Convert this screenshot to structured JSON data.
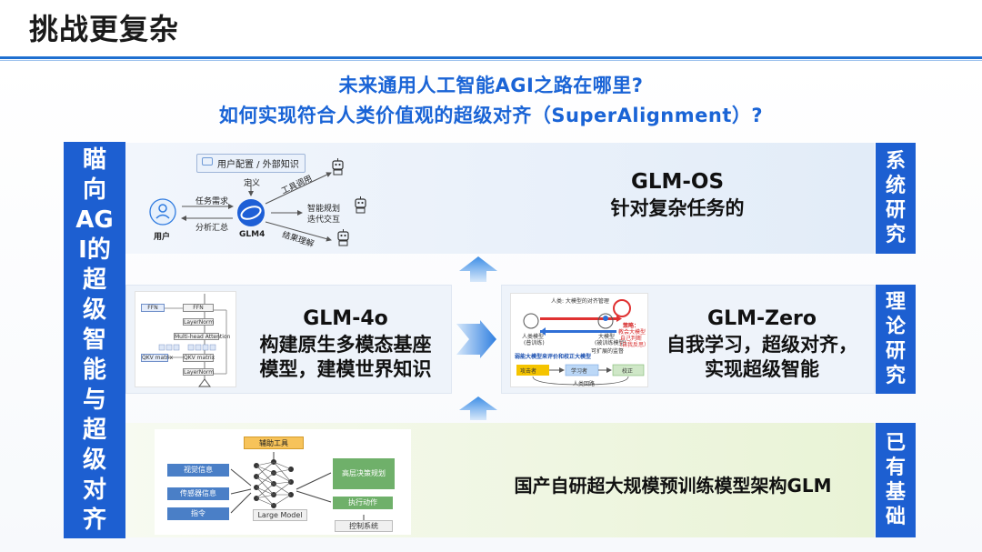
{
  "page": {
    "title": "挑战更复杂",
    "headline_1": "未来通用人工智能AGI之路在哪里?",
    "headline_2": "如何实现符合人类价值观的超级对齐（SuperAlignment）?"
  },
  "left_bar": {
    "chars": [
      "瞄",
      "向",
      "AG",
      "I的",
      "超",
      "级",
      "智",
      "能",
      "与",
      "超",
      "级",
      "对",
      "齐"
    ]
  },
  "right_bars": {
    "system": [
      "系",
      "统",
      "研",
      "究"
    ],
    "theory": [
      "理",
      "论",
      "研",
      "究"
    ],
    "existing": [
      "已",
      "有",
      "基",
      "础"
    ]
  },
  "glm_os": {
    "title": "GLM-OS",
    "desc": "针对复杂任务的",
    "diagram": {
      "user_config": "用户配置 / 外部知识",
      "define": "定义",
      "task_demand": "任务需求",
      "analyze_summary": "分析汇总",
      "user": "用户",
      "model": "GLM4",
      "tool_call": "工具调用",
      "smart_plan_1": "智能规划",
      "smart_plan_2": "迭代交互",
      "result_understand": "结果理解"
    }
  },
  "glm_4o": {
    "title": "GLM-4o",
    "desc_1": "构建原生多模态基座",
    "desc_2": "模型，建模世界知识",
    "diagram": {
      "ffn": "FFN",
      "ffn_2": "FFN",
      "layernorm": "LayerNorm",
      "multihead": "Multi-head Attention",
      "qkv": "QKV matrix",
      "qkv_2": "QKV matrix",
      "layernorm_2": "LayerNorm"
    }
  },
  "glm_zero": {
    "title": "GLM-Zero",
    "desc_1": "自我学习，超级对齐，",
    "desc_2": "实现超级智能",
    "diagram": {
      "top_label": "人类: 大模型的对齐管理",
      "human_1": "人类模型",
      "human_2": "(普训练)",
      "model_1": "大模型",
      "model_2": "(被训练模型)",
      "strategy_1": "策略：",
      "strategy_2": "教会大模型",
      "strategy_3": "自己判断",
      "strategy_4": "（自我反思）",
      "mid_label": "弱能大模型来评价和校正大模型",
      "learn_note": "可扩展的监督",
      "attacker": "攻击者",
      "learner": "学习者",
      "corrector": "校正",
      "human_in_loop": "人类回路"
    }
  },
  "glm_base": {
    "desc": "国产自研超大规模预训练模型架构GLM",
    "diagram": {
      "tools": "辅助工具",
      "visual": "视觉信息",
      "sensor": "传感器信息",
      "command": "指令",
      "model": "Large Model",
      "decision": "高层决策规划",
      "action": "执行动作",
      "control": "控制系统"
    }
  }
}
